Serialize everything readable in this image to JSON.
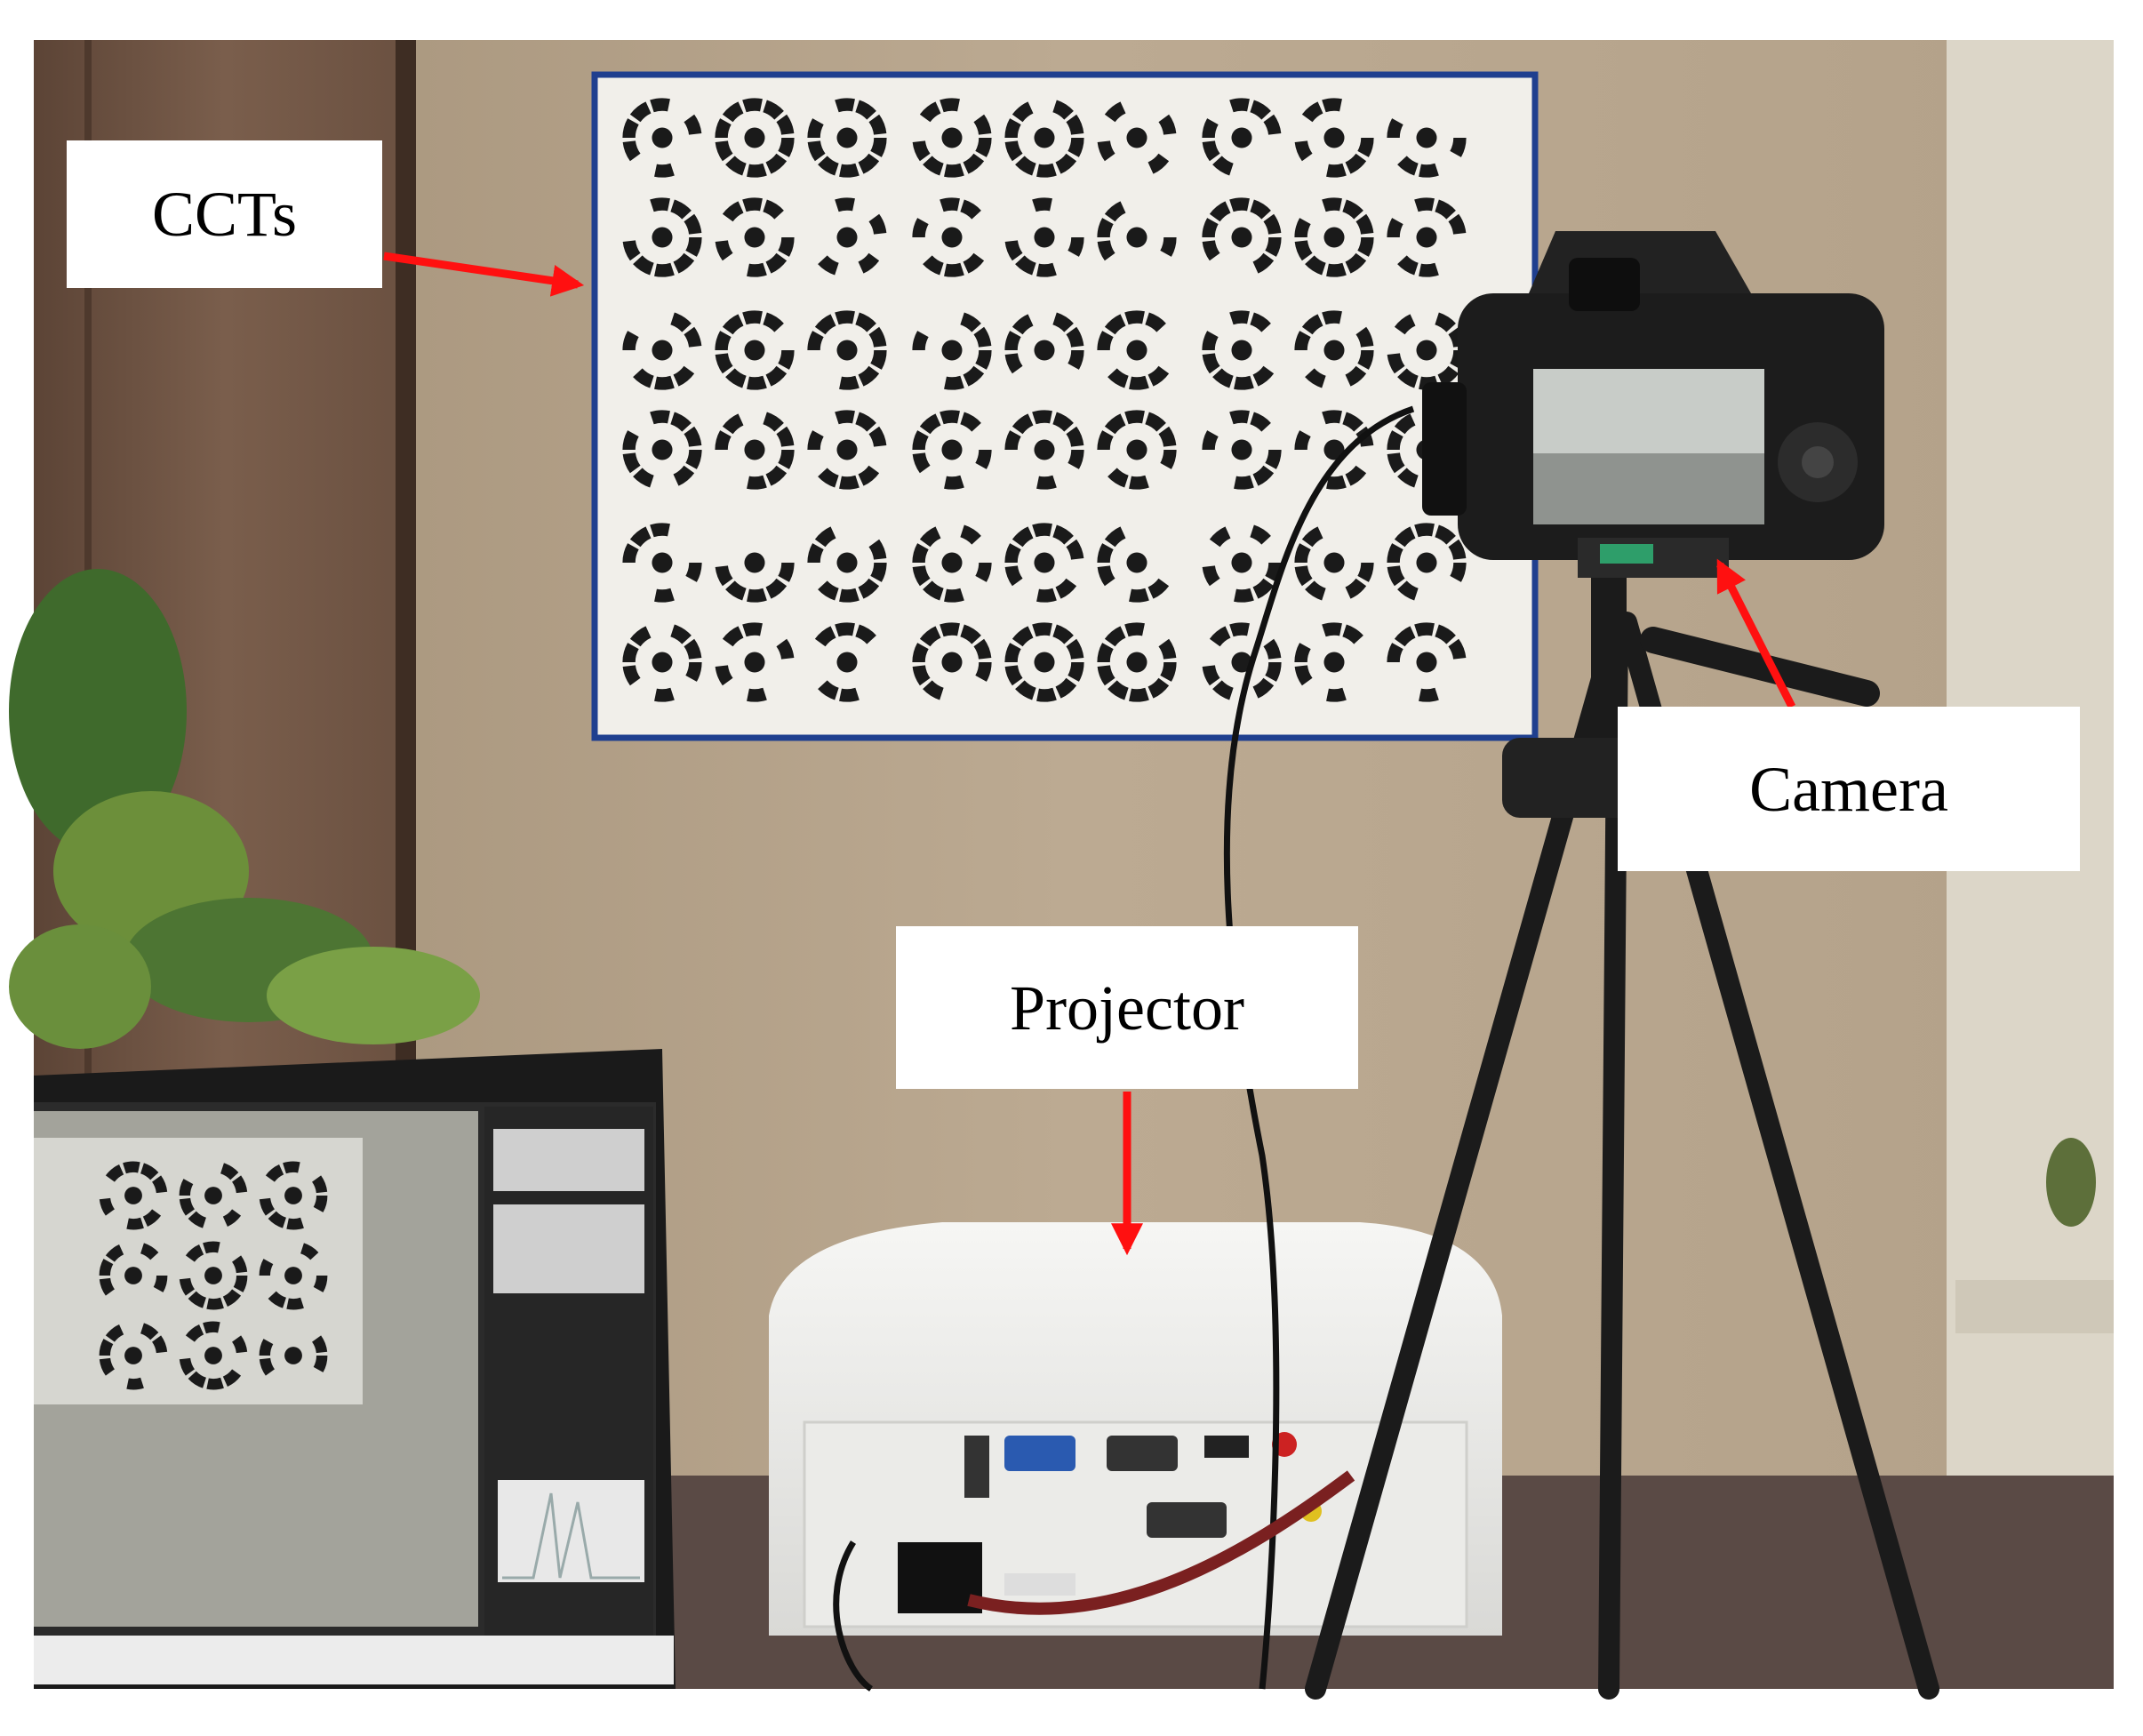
{
  "labels": {
    "ccts": "CCTs",
    "camera": "Camera",
    "projector": "Projector"
  },
  "colors": {
    "wall": "#b9a78f",
    "board_frame": "#1f3f8f",
    "arrow": "#ff1010",
    "desk": "#5a4a45",
    "projector_body": "#eeeeec",
    "tripod": "#1b1b1b"
  }
}
